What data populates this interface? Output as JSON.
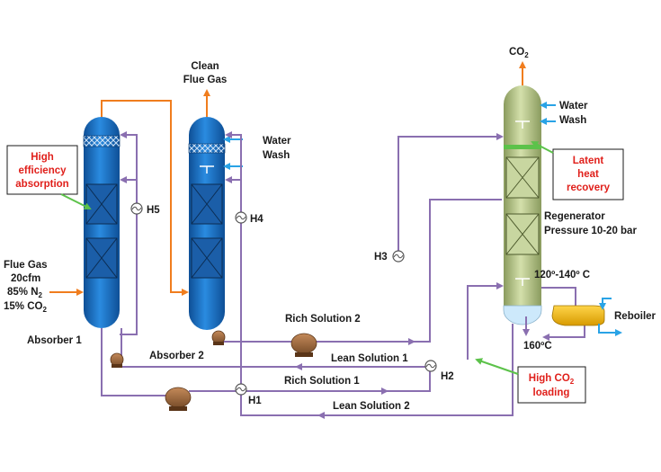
{
  "labels": {
    "clean_flue_gas_1": "Clean",
    "clean_flue_gas_2": "Flue Gas",
    "co2_top": "CO",
    "co2_top_sub": "2",
    "water_wash_abs_1": "Water",
    "water_wash_abs_2": "Wash",
    "water_wash_reg_1": "Water",
    "water_wash_reg_2": "Wash",
    "high_eff_1": "High",
    "high_eff_2": "efficiency",
    "high_eff_3": "absorption",
    "latent_1": "Latent",
    "latent_2": "heat",
    "latent_3": "recovery",
    "regenerator_1": "Regenerator",
    "regenerator_2": "Pressure 10-20 bar",
    "flue_gas_1": "Flue Gas",
    "flue_gas_2": "20cfm",
    "flue_gas_3": "85% N",
    "flue_gas_3_sub": "2",
    "flue_gas_4": "15% CO",
    "flue_gas_4_sub": "2",
    "absorber_1": "Absorber 1",
    "absorber_2": "Absorber 2",
    "h1": "H1",
    "h2": "H2",
    "h3": "H3",
    "h4": "H4",
    "h5": "H5",
    "rich_solution_1": "Rich Solution 1",
    "rich_solution_2": "Rich Solution 2",
    "lean_solution_1": "Lean Solution 1",
    "lean_solution_2": "Lean Solution 2",
    "temp_range": "120º-140º C",
    "temp_160": "160ºC",
    "reboiler": "Reboiler",
    "high_co2_1": "High CO",
    "high_co2_1_sub": "2",
    "high_co2_2": "loading"
  },
  "colors": {
    "column_blue": "#1f78c8",
    "regenerator_green": "#b8c98a",
    "lean_rich_pipe": "#8a6fb0",
    "gas_pipe": "#f07d1e",
    "water_arrow": "#29a3e6",
    "callout_text": "#e0201b",
    "reboiler": "#f5b800"
  }
}
